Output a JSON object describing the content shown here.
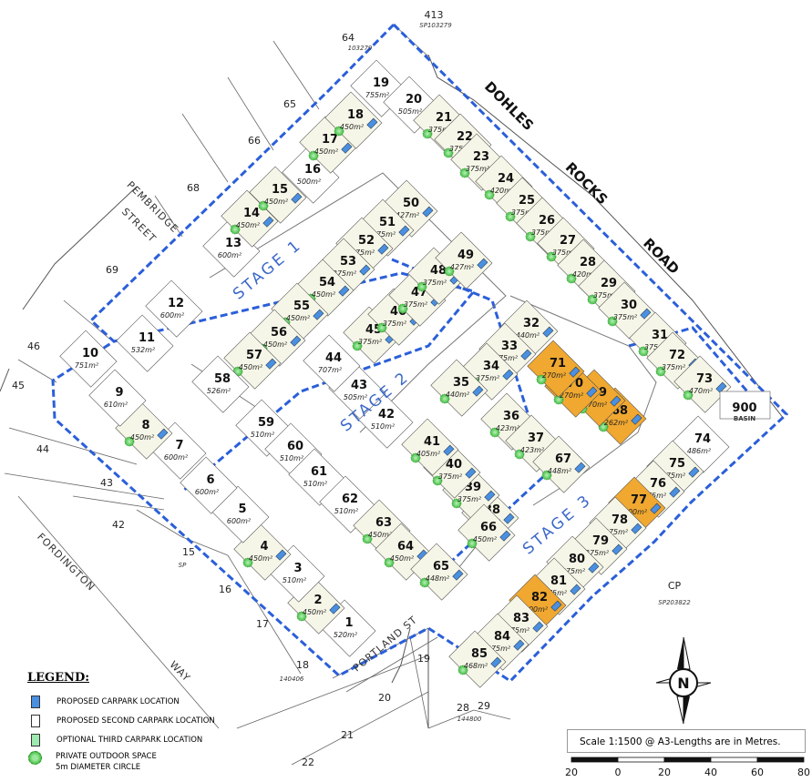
{
  "roads": {
    "main": [
      "DOHLES",
      "ROCKS",
      "ROAD"
    ],
    "streets": [
      "PEMBRIDGE",
      "STREET",
      "FORDINGTON",
      "WAY",
      "PORTLAND ST"
    ]
  },
  "stages": [
    "STAGE 1",
    "STAGE 2",
    "STAGE 3"
  ],
  "neighbour_lots": [
    {
      "label": "413"
    },
    {
      "label": "SP103279"
    },
    {
      "label": "64"
    },
    {
      "label": "103279"
    },
    {
      "label": "65"
    },
    {
      "label": "66"
    },
    {
      "label": "68"
    },
    {
      "label": "69"
    },
    {
      "label": "46"
    },
    {
      "label": "45"
    },
    {
      "label": "44"
    },
    {
      "label": "43"
    },
    {
      "label": "42"
    },
    {
      "label": "15"
    },
    {
      "label": "16"
    },
    {
      "label": "17"
    },
    {
      "label": "18"
    },
    {
      "label": "19"
    },
    {
      "label": "20"
    },
    {
      "label": "21"
    },
    {
      "label": "22"
    },
    {
      "label": "28"
    },
    {
      "label": "29"
    },
    {
      "label": "140406"
    },
    {
      "label": "144800"
    },
    {
      "label": "CP"
    },
    {
      "label": "SP203822"
    },
    {
      "label": "SP"
    }
  ],
  "lots": [
    {
      "num": "1",
      "area": "520m²"
    },
    {
      "num": "2",
      "area": "450m²"
    },
    {
      "num": "3",
      "area": "510m²"
    },
    {
      "num": "4",
      "area": "450m²"
    },
    {
      "num": "5",
      "area": "600m²"
    },
    {
      "num": "6",
      "area": "600m²"
    },
    {
      "num": "7",
      "area": "600m²"
    },
    {
      "num": "8",
      "area": "450m²"
    },
    {
      "num": "9",
      "area": "610m²"
    },
    {
      "num": "10",
      "area": "751m²"
    },
    {
      "num": "11",
      "area": "532m²"
    },
    {
      "num": "12",
      "area": "600m²"
    },
    {
      "num": "13",
      "area": "600m²"
    },
    {
      "num": "14",
      "area": "450m²"
    },
    {
      "num": "15",
      "area": "450m²"
    },
    {
      "num": "16",
      "area": "500m²"
    },
    {
      "num": "17",
      "area": "450m²"
    },
    {
      "num": "18",
      "area": "450m²"
    },
    {
      "num": "19",
      "area": "755m²"
    },
    {
      "num": "20",
      "area": "505m²"
    },
    {
      "num": "21",
      "area": "375m²"
    },
    {
      "num": "22",
      "area": "375m²"
    },
    {
      "num": "23",
      "area": "375m²"
    },
    {
      "num": "24",
      "area": "420m²"
    },
    {
      "num": "25",
      "area": "375m²"
    },
    {
      "num": "26",
      "area": "375m²"
    },
    {
      "num": "27",
      "area": "375m²"
    },
    {
      "num": "28",
      "area": "420m²"
    },
    {
      "num": "29",
      "area": "375m²"
    },
    {
      "num": "30",
      "area": "375m²"
    },
    {
      "num": "31",
      "area": "375m²"
    },
    {
      "num": "32",
      "area": "440m²"
    },
    {
      "num": "33",
      "area": "375m²"
    },
    {
      "num": "34",
      "area": "375m²"
    },
    {
      "num": "35",
      "area": "440m²"
    },
    {
      "num": "36",
      "area": "423m²"
    },
    {
      "num": "37",
      "area": "423m²"
    },
    {
      "num": "38",
      "area": "375m²"
    },
    {
      "num": "39",
      "area": "375m²"
    },
    {
      "num": "40",
      "area": "375m²"
    },
    {
      "num": "41",
      "area": "405m²"
    },
    {
      "num": "42",
      "area": "510m²"
    },
    {
      "num": "43",
      "area": "505m²"
    },
    {
      "num": "44",
      "area": "707m²"
    },
    {
      "num": "45",
      "area": "375m²"
    },
    {
      "num": "46",
      "area": "375m²"
    },
    {
      "num": "47",
      "area": "375m²"
    },
    {
      "num": "48",
      "area": "375m²"
    },
    {
      "num": "49",
      "area": "427m²"
    },
    {
      "num": "50",
      "area": "427m²"
    },
    {
      "num": "51",
      "area": "375m²"
    },
    {
      "num": "52",
      "area": "375m²"
    },
    {
      "num": "53",
      "area": "375m²"
    },
    {
      "num": "54",
      "area": "450m²"
    },
    {
      "num": "55",
      "area": "450m²"
    },
    {
      "num": "56",
      "area": "450m²"
    },
    {
      "num": "57",
      "area": "450m²"
    },
    {
      "num": "58",
      "area": "526m²"
    },
    {
      "num": "59",
      "area": "510m²"
    },
    {
      "num": "60",
      "area": "510m²"
    },
    {
      "num": "61",
      "area": "510m²"
    },
    {
      "num": "62",
      "area": "510m²"
    },
    {
      "num": "63",
      "area": "450m²"
    },
    {
      "num": "64",
      "area": "450m²"
    },
    {
      "num": "65",
      "area": "448m²"
    },
    {
      "num": "66",
      "area": "450m²"
    },
    {
      "num": "67",
      "area": "448m²"
    },
    {
      "num": "68",
      "area": "262m²"
    },
    {
      "num": "69",
      "area": "270m²"
    },
    {
      "num": "70",
      "area": "270m²"
    },
    {
      "num": "71",
      "area": "270m²"
    },
    {
      "num": "72",
      "area": "375m²"
    },
    {
      "num": "73",
      "area": "470m²"
    },
    {
      "num": "74",
      "area": "486m²"
    },
    {
      "num": "75",
      "area": "375m²"
    },
    {
      "num": "76",
      "area": "375m²"
    },
    {
      "num": "77",
      "area": "300m²"
    },
    {
      "num": "78",
      "area": "375m²"
    },
    {
      "num": "79",
      "area": "375m²"
    },
    {
      "num": "80",
      "area": "375m²"
    },
    {
      "num": "81",
      "area": "375m²"
    },
    {
      "num": "82",
      "area": "300m²"
    },
    {
      "num": "83",
      "area": "375m²"
    },
    {
      "num": "84",
      "area": "375m²"
    },
    {
      "num": "85",
      "area": "468m²"
    }
  ],
  "basin": {
    "num": "900",
    "label": "BASIN"
  },
  "colors": {
    "stage_line": "#2b5fd9",
    "carpark": "#4a8fe0",
    "outdoor": "#7ddc7d",
    "optional": "#9fe8b0",
    "duplex": "#f0a830",
    "lot_fill": "#f6f6e8"
  },
  "legend": {
    "title": "LEGEND:",
    "items": [
      "PROPOSED CARPARK LOCATION",
      "PROPOSED SECOND CARPARK LOCATION",
      "OPTIONAL THIRD CARPARK LOCATION",
      "PRIVATE OUTDOOR SPACE",
      "5m DIAMETER CIRCLE"
    ]
  },
  "north": "N",
  "scale": {
    "text": "Scale 1:1500 @ A3-Lengths are in Metres.",
    "ticks": [
      "20",
      "0",
      "20",
      "40",
      "60",
      "80"
    ]
  }
}
